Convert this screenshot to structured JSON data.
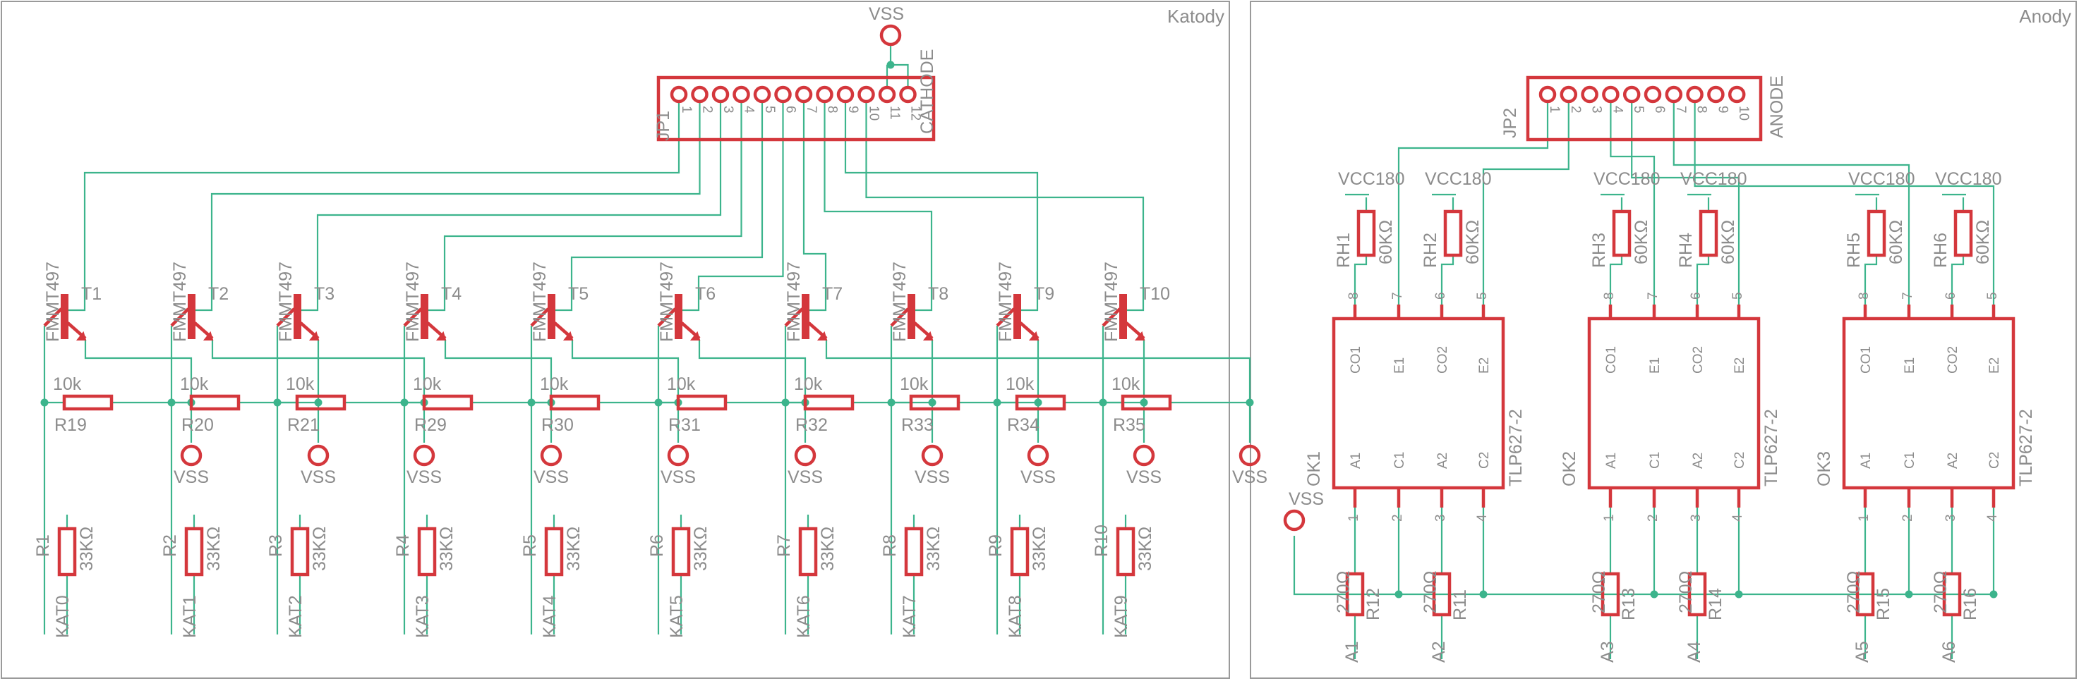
{
  "sheets": {
    "left": {
      "title": "Katody",
      "connector": {
        "name": "JP1",
        "value": "CATHODE",
        "pins": [
          "1",
          "2",
          "3",
          "4",
          "5",
          "6",
          "7",
          "8",
          "9",
          "10",
          "11",
          "12"
        ]
      },
      "supply_label": "VSS",
      "stages": [
        {
          "transistor": "T1",
          "type": "FMMT497",
          "base_resistor": "R19",
          "base_value": "10k",
          "emitter_supply": "VSS",
          "load_resistor": "R1",
          "load_value": "33KΩ",
          "net": "KAT0"
        },
        {
          "transistor": "T2",
          "type": "FMMT497",
          "base_resistor": "R20",
          "base_value": "10k",
          "emitter_supply": "VSS",
          "load_resistor": "R2",
          "load_value": "33KΩ",
          "net": "KAT1"
        },
        {
          "transistor": "T3",
          "type": "FMMT497",
          "base_resistor": "R21",
          "base_value": "10k",
          "emitter_supply": "VSS",
          "load_resistor": "R3",
          "load_value": "33KΩ",
          "net": "KAT2"
        },
        {
          "transistor": "T4",
          "type": "FMMT497",
          "base_resistor": "R29",
          "base_value": "10k",
          "emitter_supply": "VSS",
          "load_resistor": "R4",
          "load_value": "33KΩ",
          "net": "KAT3"
        },
        {
          "transistor": "T5",
          "type": "FMMT497",
          "base_resistor": "R30",
          "base_value": "10k",
          "emitter_supply": "VSS",
          "load_resistor": "R5",
          "load_value": "33KΩ",
          "net": "KAT4"
        },
        {
          "transistor": "T6",
          "type": "FMMT497",
          "base_resistor": "R31",
          "base_value": "10k",
          "emitter_supply": "VSS",
          "load_resistor": "R6",
          "load_value": "33KΩ",
          "net": "KAT5"
        },
        {
          "transistor": "T7",
          "type": "FMMT497",
          "base_resistor": "R32",
          "base_value": "10k",
          "emitter_supply": "VSS",
          "load_resistor": "R7",
          "load_value": "33KΩ",
          "net": "KAT6"
        },
        {
          "transistor": "T8",
          "type": "FMMT497",
          "base_resistor": "R33",
          "base_value": "10k",
          "emitter_supply": "VSS",
          "load_resistor": "R8",
          "load_value": "33KΩ",
          "net": "KAT7"
        },
        {
          "transistor": "T9",
          "type": "FMMT497",
          "base_resistor": "R34",
          "base_value": "10k",
          "emitter_supply": "VSS",
          "load_resistor": "R9",
          "load_value": "33KΩ",
          "net": "KAT8"
        },
        {
          "transistor": "T10",
          "type": "FMMT497",
          "base_resistor": "R35",
          "base_value": "10k",
          "emitter_supply": "VSS",
          "load_resistor": "R10",
          "load_value": "33KΩ",
          "net": "KAT9"
        }
      ]
    },
    "right": {
      "title": "Anody",
      "connector": {
        "name": "JP2",
        "value": "ANODE",
        "pins": [
          "1",
          "2",
          "3",
          "4",
          "5",
          "6",
          "7",
          "8",
          "9",
          "10"
        ]
      },
      "supply_label": "VSS",
      "optocouplers": [
        {
          "name": "OK1",
          "type": "TLP627-2",
          "top_pins": [
            {
              "num": "8",
              "name": "CO1"
            },
            {
              "num": "7",
              "name": "E1"
            },
            {
              "num": "6",
              "name": "CO2"
            },
            {
              "num": "5",
              "name": "E2"
            }
          ],
          "bottom_pins": [
            {
              "num": "1",
              "name": "A1"
            },
            {
              "num": "2",
              "name": "C1"
            },
            {
              "num": "3",
              "name": "A2"
            },
            {
              "num": "4",
              "name": "C2"
            }
          ],
          "pullups": [
            {
              "name": "RH1",
              "value": "60KΩ",
              "supply": "VCC180"
            },
            {
              "name": "RH2",
              "value": "60KΩ",
              "supply": "VCC180"
            }
          ],
          "inputs": [
            {
              "name": "R12",
              "value": "270Ω",
              "net": "A1"
            },
            {
              "name": "R11",
              "value": "270Ω",
              "net": "A2"
            }
          ]
        },
        {
          "name": "OK2",
          "type": "TLP627-2",
          "top_pins": [
            {
              "num": "8",
              "name": "CO1"
            },
            {
              "num": "7",
              "name": "E1"
            },
            {
              "num": "6",
              "name": "CO2"
            },
            {
              "num": "5",
              "name": "E2"
            }
          ],
          "bottom_pins": [
            {
              "num": "1",
              "name": "A1"
            },
            {
              "num": "2",
              "name": "C1"
            },
            {
              "num": "3",
              "name": "A2"
            },
            {
              "num": "4",
              "name": "C2"
            }
          ],
          "pullups": [
            {
              "name": "RH3",
              "value": "60KΩ",
              "supply": "VCC180"
            },
            {
              "name": "RH4",
              "value": "60KΩ",
              "supply": "VCC180"
            }
          ],
          "inputs": [
            {
              "name": "R13",
              "value": "270Ω",
              "net": "A3"
            },
            {
              "name": "R14",
              "value": "270Ω",
              "net": "A4"
            }
          ]
        },
        {
          "name": "OK3",
          "type": "TLP627-2",
          "top_pins": [
            {
              "num": "8",
              "name": "CO1"
            },
            {
              "num": "7",
              "name": "E1"
            },
            {
              "num": "6",
              "name": "CO2"
            },
            {
              "num": "5",
              "name": "E2"
            }
          ],
          "bottom_pins": [
            {
              "num": "1",
              "name": "A1"
            },
            {
              "num": "2",
              "name": "C1"
            },
            {
              "num": "3",
              "name": "A2"
            },
            {
              "num": "4",
              "name": "C2"
            }
          ],
          "pullups": [
            {
              "name": "RH5",
              "value": "60KΩ",
              "supply": "VCC180"
            },
            {
              "name": "RH6",
              "value": "60KΩ",
              "supply": "VCC180"
            }
          ],
          "inputs": [
            {
              "name": "R15",
              "value": "270Ω",
              "net": "A5"
            },
            {
              "name": "R16",
              "value": "270Ω",
              "net": "A6"
            }
          ]
        }
      ]
    }
  },
  "colors": {
    "part": "#d4373c",
    "wire": "#3cb48c",
    "frame": "#9a9a9a",
    "text": "#8c8c8c",
    "background": "#ffffff"
  }
}
